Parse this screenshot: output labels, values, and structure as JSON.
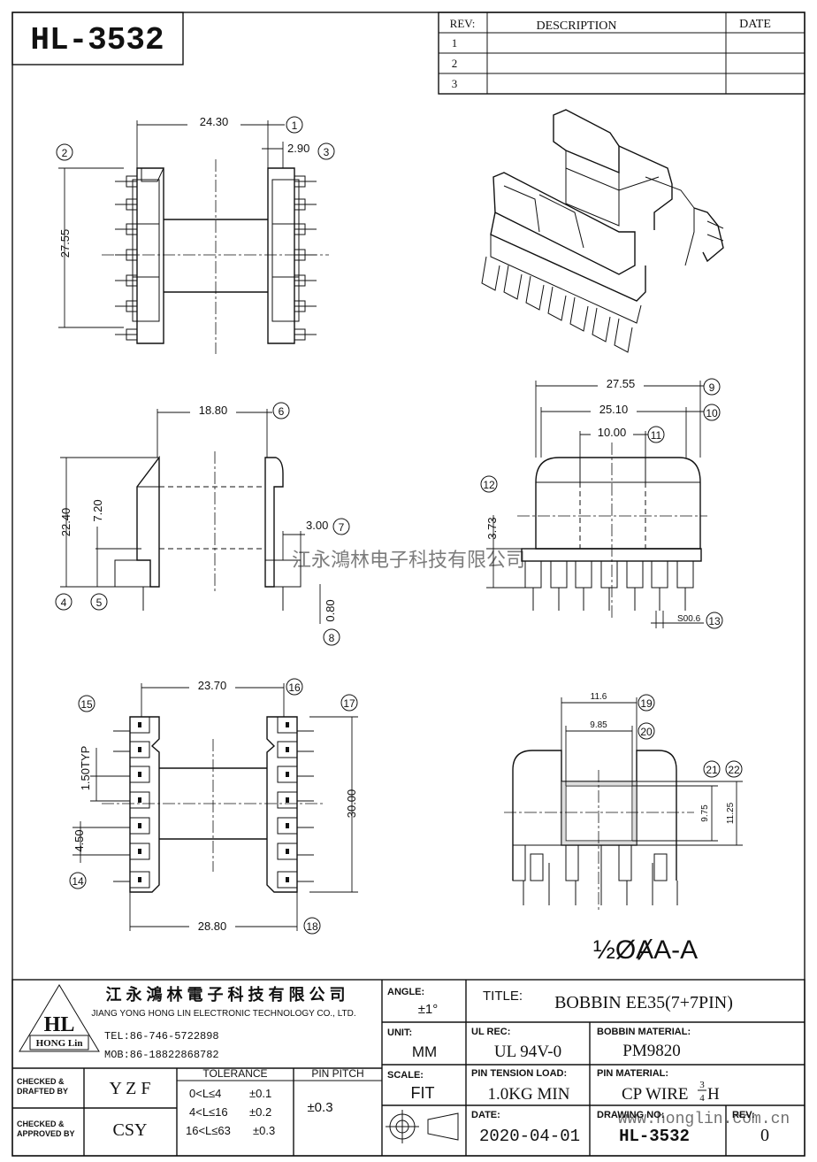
{
  "part_number": "HL-3532",
  "revision_table": {
    "headers": [
      "REV:",
      "DESCRIPTION",
      "DATE"
    ],
    "rows": [
      "1",
      "2",
      "3"
    ]
  },
  "view_top": {
    "dim_width": "24.30",
    "dim_pin_offset": "2.90",
    "dim_height": "27.55",
    "callouts": [
      "1",
      "2",
      "3"
    ]
  },
  "view_front": {
    "dim_width": "18.80",
    "dim_height": "22.40",
    "dim_flange": "7.20",
    "dim_pin_setback": "3.00",
    "dim_pin_dia": "0.80",
    "callouts": [
      "4",
      "5",
      "6",
      "7",
      "8"
    ]
  },
  "view_side": {
    "dim_overall": "27.55",
    "dim_inner": "25.10",
    "dim_core": "10.00",
    "dim_offset": "3.73",
    "dim_pin_square": "S00.6",
    "callouts": [
      "9",
      "10",
      "11",
      "12",
      "13"
    ]
  },
  "view_bottom": {
    "dim_top": "23.70",
    "dim_bottom": "28.80",
    "dim_height": "30.00",
    "dim_pitch": "1.50TYP",
    "dim_pin_span": "4.50",
    "callouts": [
      "14",
      "15",
      "16",
      "17",
      "18"
    ]
  },
  "view_section": {
    "dim_outer": "11.6",
    "dim_inner": "9.85",
    "dim_inner_h": "9.75",
    "dim_outer_h": "11.25",
    "callouts": [
      "19",
      "20",
      "21",
      "22"
    ],
    "section_label": "½ØȺA-A"
  },
  "watermark_center": "江永鴻林电子科技有限公司",
  "watermark_corner": "www.honglin.com.cn",
  "title_block": {
    "company_cn": "江 永 鴻 林 電 子 科 技 有 限 公 司",
    "company_en": "JIANG YONG HONG LIN ELECTRONIC TECHNOLOGY CO., LTD.",
    "logo_text": "HL",
    "logo_sub": "HONG Lin",
    "tel": "TEL:86-746-5722898",
    "mob": "MOB:86-18822868782",
    "angle_label": "ANGLE:",
    "angle_value": "±1°",
    "title_label": "TITLE:",
    "title_value": "BOBBIN   EE35(7+7PIN)",
    "unit_label": "UNIT:",
    "unit_value": "MM",
    "ul_label": "UL REC:",
    "ul_value": "UL 94V-0",
    "material_label": "BOBBIN MATERIAL:",
    "material_value": "PM9820",
    "checked_drafted_label_1": "CHECKED &",
    "checked_drafted_label_2": "DRAFTED BY",
    "checked_drafted_value": "Y Z F",
    "checked_approved_label_1": "CHECKED &",
    "checked_approved_label_2": "APPROVED BY",
    "checked_approved_value": "CSY",
    "tolerance_label": "TOLERANCE",
    "tolerance_rows": [
      {
        "range": "0<L≤4",
        "value": "±0.1"
      },
      {
        "range": "4<L≤16",
        "value": "±0.2"
      },
      {
        "range": "16<L≤63",
        "value": "±0.3"
      }
    ],
    "pin_pitch_label": "PIN PITCH",
    "pin_pitch_value": "±0.3",
    "scale_label": "SCALE:",
    "scale_value": "FIT",
    "tension_label": "PIN TENSION LOAD:",
    "tension_value": "1.0KG MIN",
    "pin_material_label": "PIN MATERIAL:",
    "pin_material_value": "CP WIRE",
    "pin_material_frac_num": "3",
    "pin_material_frac_den": "4",
    "pin_material_suffix": "H",
    "date_label": "DATE:",
    "date_value": "2020-04-01",
    "drawing_no_label": "DRAWING NO:",
    "drawing_no_value": "HL-3532",
    "rev_label": "REV:",
    "rev_value": "0"
  }
}
